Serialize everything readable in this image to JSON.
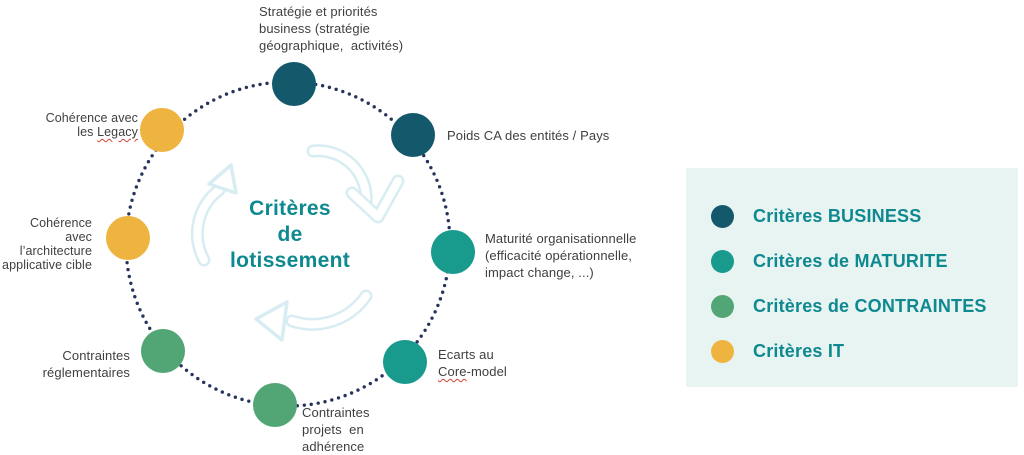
{
  "title": "Critères\nde\nlotissement",
  "colors": {
    "business": "#14586c",
    "maturite": "#189a8d",
    "contraintes": "#52a574",
    "it": "#eeb43f",
    "ring": "#26345c",
    "arrow": "#d7edf2",
    "teal_text": "#0e8990",
    "legend_bg": "#e8f4f2",
    "label_text": "#3f3f3f",
    "spellcheck_red": "#cf4437"
  },
  "nodes": {
    "strategie": "Stratégie et priorités\nbusiness (stratégie\ngéographique,  activités)",
    "poids": "Poids CA des entités / Pays",
    "maturite": "Maturité organisationnelle\n(efficacité opérationnelle,\nimpact change, ...)",
    "ecarts_line1": "Ecarts au",
    "ecarts_word": "Core",
    "ecarts_suffix": "-model",
    "projets": "Contraintes\nprojets  en\nadhérence",
    "reglementaires": "Contraintes\nréglementaires",
    "architecture": "Cohérence avec\nl’architecture\napplicative cible",
    "legacy_line1": "Cohérence avec",
    "legacy_prefix": "les ",
    "legacy_word": "Legacy"
  },
  "legend": {
    "items": [
      {
        "label": "Critères BUSINESS",
        "color": "#14586c"
      },
      {
        "label": "Critères de MATURITE",
        "color": "#189a8d"
      },
      {
        "label": "Critères de CONTRAINTES",
        "color": "#52a574"
      },
      {
        "label": "Critères IT",
        "color": "#eeb43f"
      }
    ]
  }
}
